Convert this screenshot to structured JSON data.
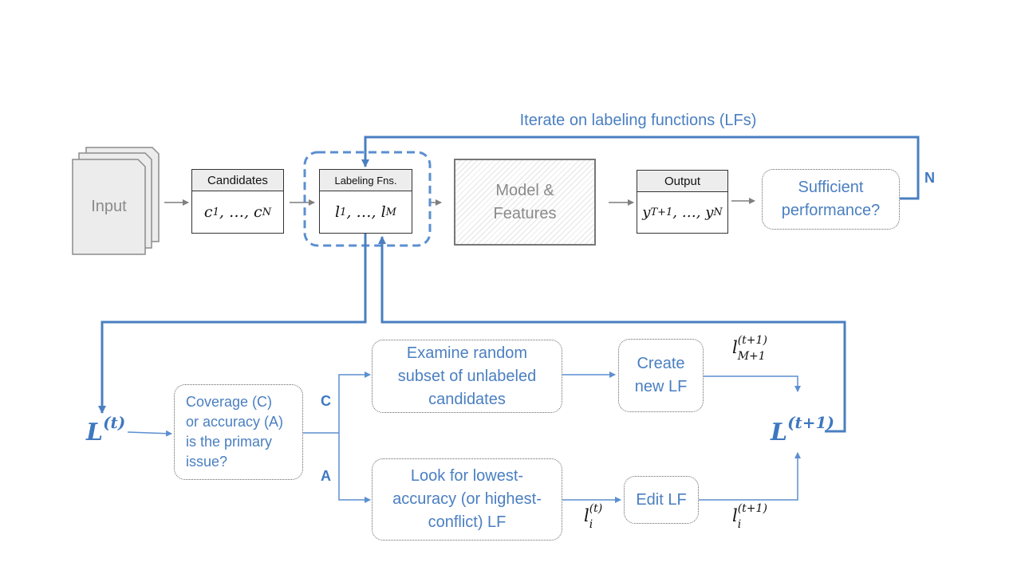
{
  "top_flow": {
    "input_label": "Input",
    "candidates": {
      "header": "Candidates",
      "body_var": "c",
      "body_first": "1",
      "body_last": "N",
      "ellipsis": "…"
    },
    "labeling_fns": {
      "header": "Labeling Fns.",
      "body_var": "l",
      "body_first": "1",
      "body_last": "M",
      "ellipsis": "…"
    },
    "model": {
      "line1": "Model &",
      "line2": "Features"
    },
    "output": {
      "header": "Output",
      "body_var": "y",
      "body_first": "T+1",
      "body_last": "N",
      "ellipsis": "…"
    },
    "sufficient": {
      "line1": "Sufficient",
      "line2": "performance?"
    },
    "iterate_label": "Iterate on labeling functions (LFs)",
    "no_label": "N"
  },
  "loop": {
    "L_t": {
      "base": "L",
      "sup": "(t)"
    },
    "L_t1": {
      "base": "L",
      "sup": "(t+1)"
    },
    "question": {
      "line1": "Coverage  (C)",
      "line2": "or accuracy (A)",
      "line3": "is the primary",
      "line4": "issue?"
    },
    "branch_c": "C",
    "branch_a": "A",
    "examine": {
      "line1": "Examine random",
      "line2": "subset of unlabeled",
      "line3": "candidates"
    },
    "create": {
      "line1": "Create",
      "line2": "new LF"
    },
    "lookfor": {
      "line1": "Look for lowest-",
      "line2": "accuracy (or highest-",
      "line3": "conflict) LF"
    },
    "edit": {
      "line1": "Edit LF"
    },
    "math_new": {
      "base": "l",
      "sup": "(t+1)",
      "sub": "M+1"
    },
    "math_old": {
      "base": "l",
      "sup": "(t)",
      "sub": "i"
    },
    "math_edited": {
      "base": "l",
      "sup": "(t+1)",
      "sub": "i"
    }
  },
  "colors": {
    "flow_blue": "#4a7fc1",
    "gray_line": "#7f7f7f",
    "text_dark": "#111111"
  }
}
